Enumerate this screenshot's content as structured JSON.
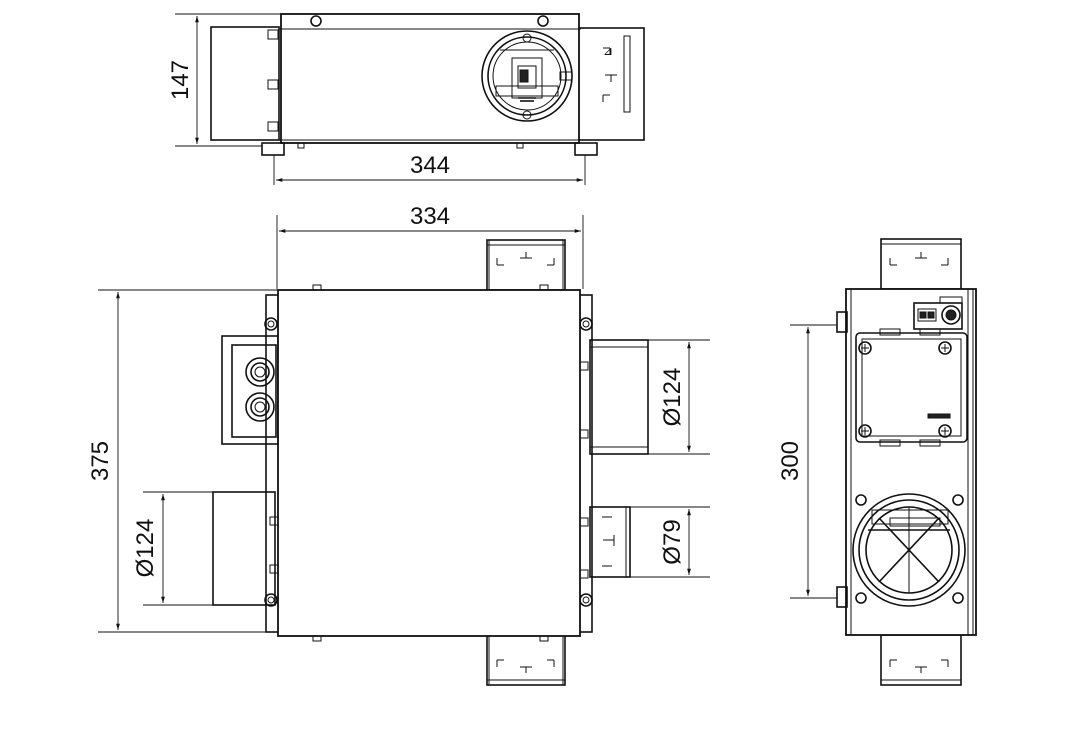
{
  "title": "",
  "dimensions": {
    "top_height": "147",
    "top_width": "344",
    "front_width": "334",
    "front_height": "375",
    "front_duct_right_large": "Ø124",
    "front_duct_right_small": "Ø79",
    "front_duct_left": "Ø124",
    "side_height": "300"
  },
  "views": [
    "top-view",
    "front-view",
    "side-view"
  ],
  "colors": {
    "line": "#111111",
    "background": "#ffffff"
  }
}
